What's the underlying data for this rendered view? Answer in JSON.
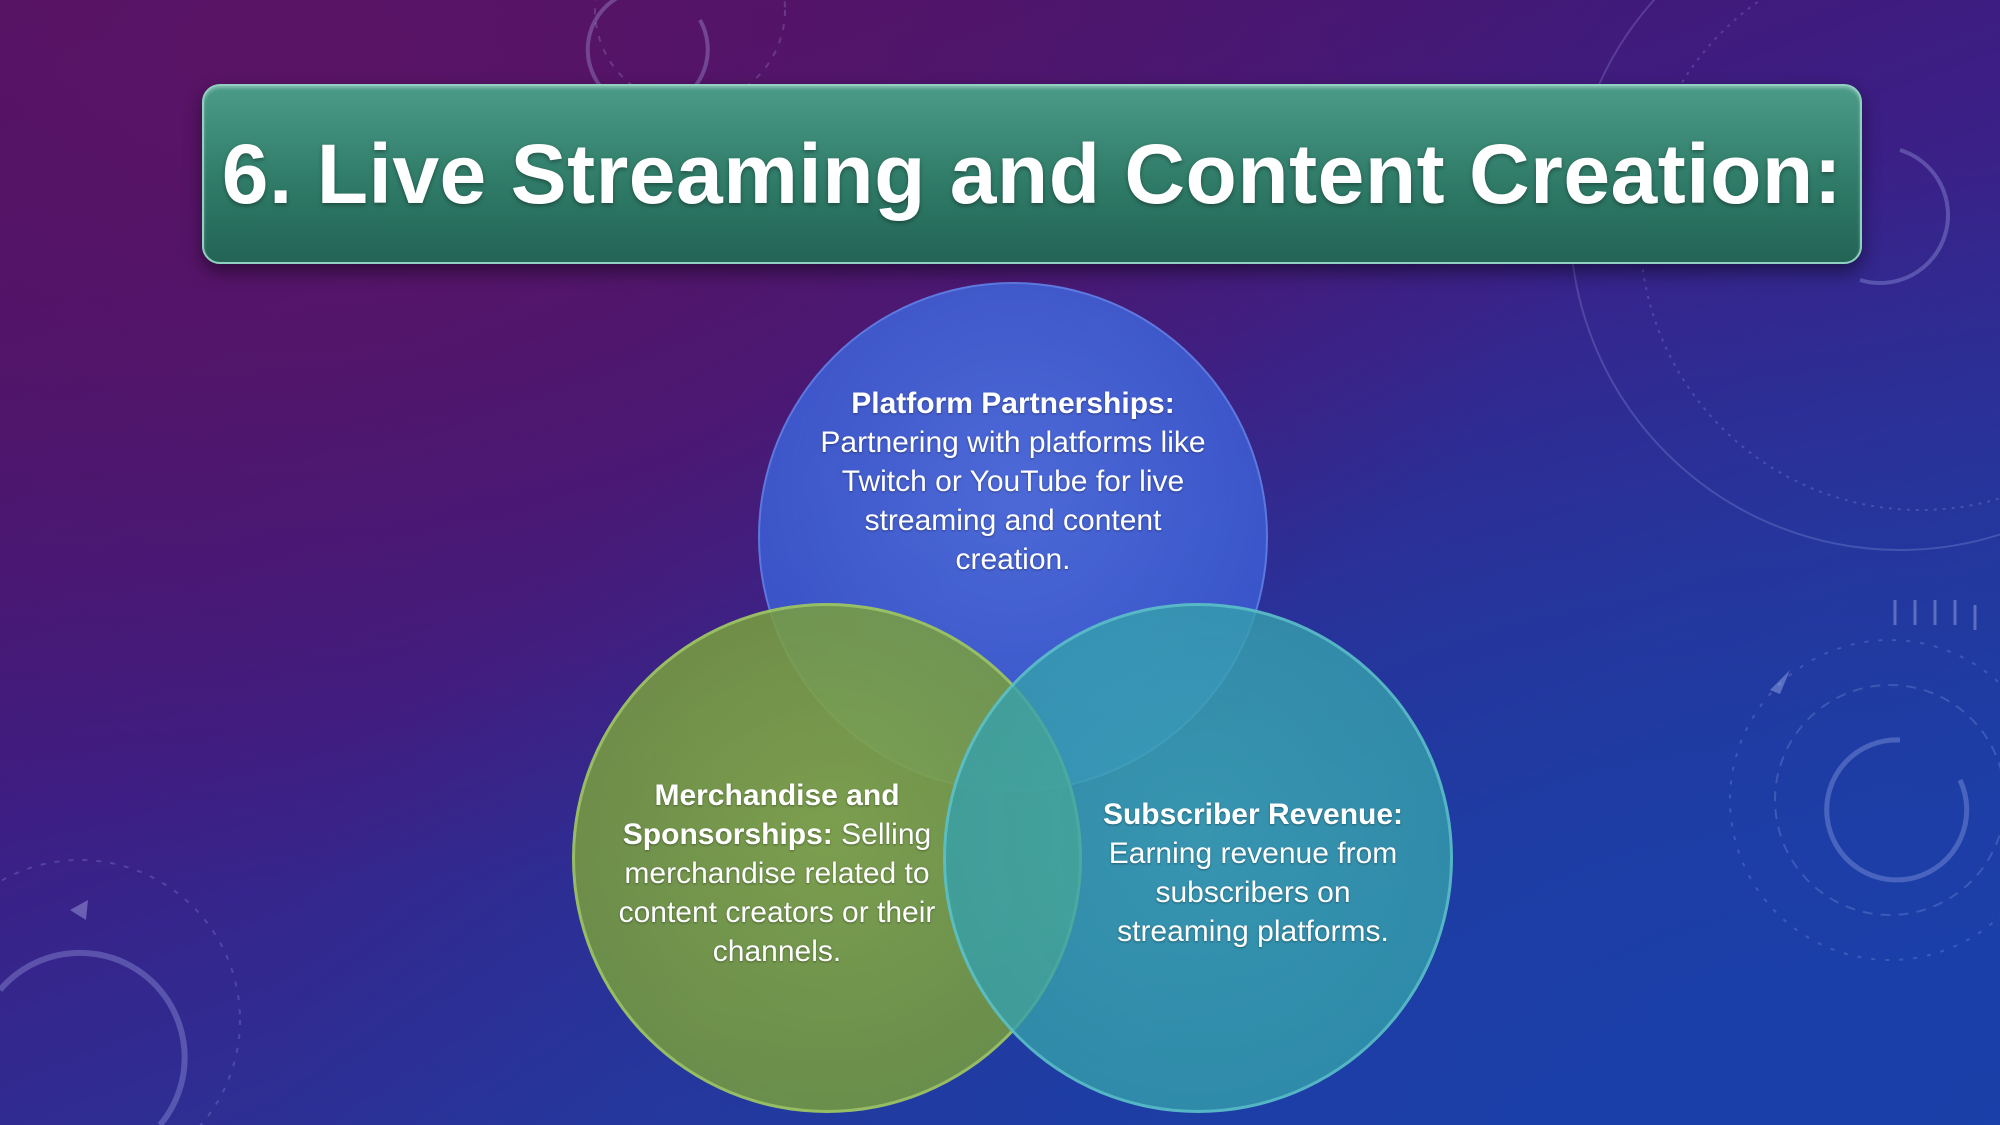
{
  "slide": {
    "title": "6. Live Streaming and Content Creation:"
  },
  "diagram": {
    "type": "venn",
    "circles": [
      {
        "id": "top",
        "heading": "Platform Partnerships:",
        "body": "Partnering with platforms like Twitch or YouTube for live streaming and content creation.",
        "color": "#4a68d6"
      },
      {
        "id": "left",
        "heading": "Merchandise and Sponsorships:",
        "body": " Selling merchandise related to content creators or their channels.",
        "color": "#7fa545"
      },
      {
        "id": "right",
        "heading": "Subscriber Revenue:",
        "body": "Earning revenue from subscribers on streaming platforms.",
        "color": "#35a0ad"
      }
    ]
  },
  "colors": {
    "title_banner": "#2f7b68",
    "background_top": "#4e0f5e",
    "background_bottom": "#1d44ad"
  }
}
